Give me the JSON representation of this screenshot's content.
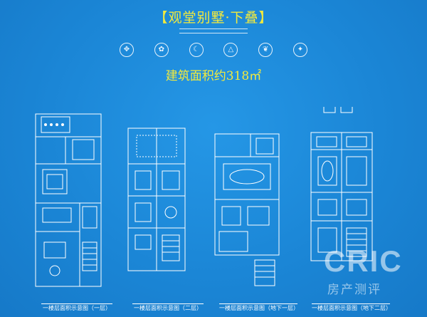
{
  "header": {
    "title": "【观堂别墅·下叠】",
    "area": "建筑面积约318㎡"
  },
  "icons": [
    "compass-icon",
    "flower-icon",
    "moon-icon",
    "bell-icon",
    "leaf-icon",
    "seal-icon"
  ],
  "plans": [
    {
      "caption": "一楼层面积示意图（一层）"
    },
    {
      "caption": "一楼层面积示意图（二层）"
    },
    {
      "caption": "一楼层面积示意图（地下一层）"
    },
    {
      "caption": "一楼层面积示意图（地下二层）"
    }
  ],
  "watermark": {
    "brand": "CRIC",
    "sub": "房产测评"
  },
  "colors": {
    "background": "#1e88d8",
    "title": "#f3ea3c",
    "lines": "#ffffff"
  }
}
